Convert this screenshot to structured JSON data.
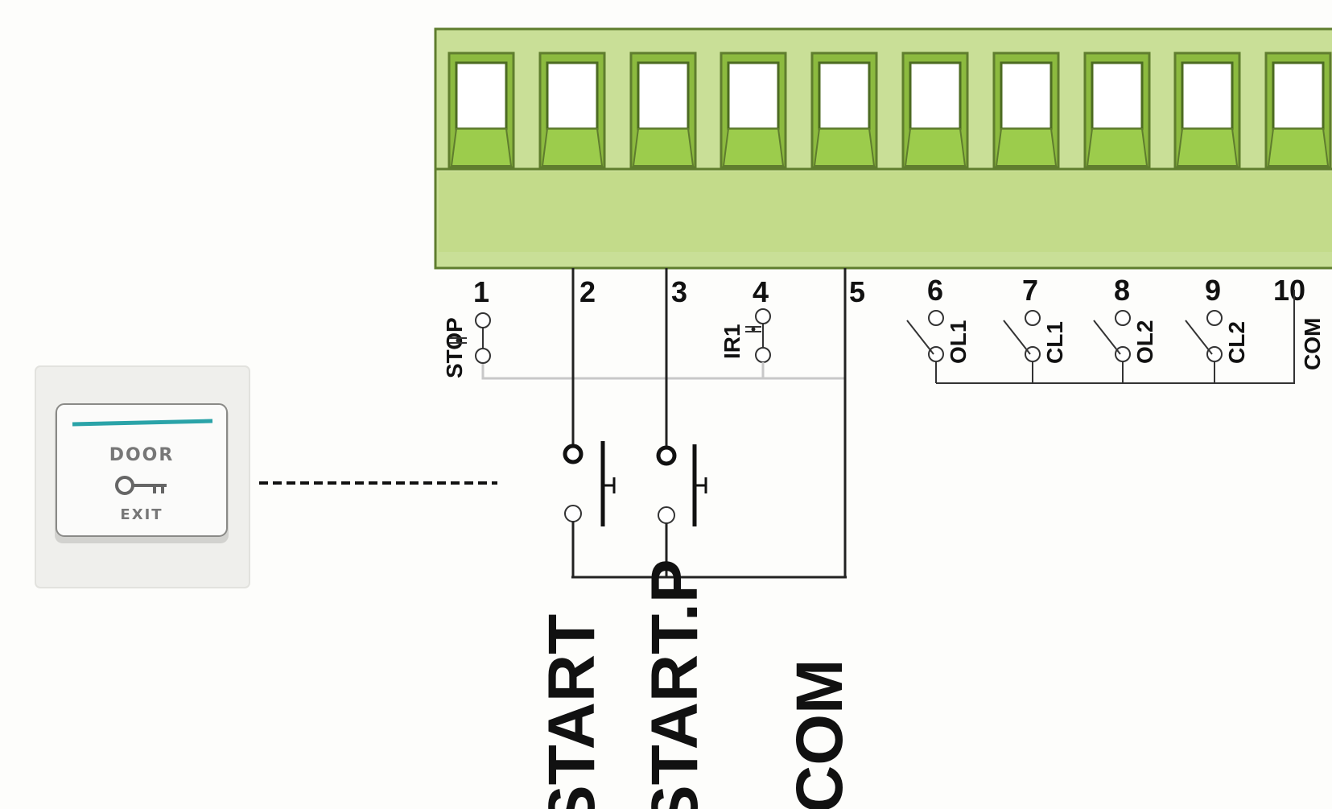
{
  "terminals": [
    "1",
    "2",
    "3",
    "4",
    "5",
    "6",
    "7",
    "8",
    "9",
    "10"
  ],
  "labels": {
    "stop": "STOP",
    "ir1": "IR1",
    "ol1": "OL1",
    "cl1": "CL1",
    "ol2": "OL2",
    "cl2": "CL2",
    "com_small": "COM",
    "start": "START",
    "start_p": "START.P",
    "com_big": "COM"
  },
  "exit_button": {
    "top_text": "DOOR",
    "bottom_text": "EXIT",
    "accent_color": "#2aa3a8"
  },
  "colors": {
    "terminal_body": "#c3db8a",
    "terminal_dark": "#8cba3f",
    "terminal_outline": "#5f7d2e",
    "wire": "#222222"
  }
}
